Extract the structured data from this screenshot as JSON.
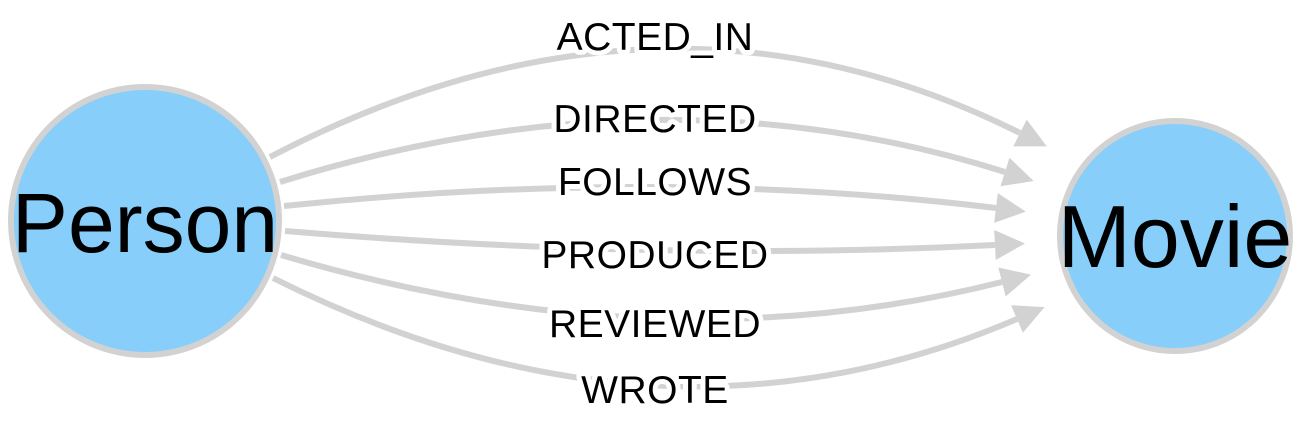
{
  "diagram": {
    "type": "graph-schema",
    "nodes": [
      {
        "id": "person",
        "label": "Person",
        "shape": "circle"
      },
      {
        "id": "movie",
        "label": "Movie",
        "shape": "circle"
      }
    ],
    "relationships": [
      {
        "from": "Person",
        "to": "Movie",
        "label": "ACTED_IN"
      },
      {
        "from": "Person",
        "to": "Movie",
        "label": "DIRECTED"
      },
      {
        "from": "Person",
        "to": "Movie",
        "label": "FOLLOWS"
      },
      {
        "from": "Person",
        "to": "Movie",
        "label": "PRODUCED"
      },
      {
        "from": "Person",
        "to": "Movie",
        "label": "REVIEWED"
      },
      {
        "from": "Person",
        "to": "Movie",
        "label": "WROTE"
      }
    ],
    "icons": {
      "edge_arrowhead": "filled-triangle-pointing-at-target-node"
    },
    "colors": {
      "node_fill": "#87CEFA",
      "node_border": "#D2D2D2",
      "edge": "#D2D2D2",
      "label_text": "#000000",
      "background": "#FFFFFF"
    }
  }
}
